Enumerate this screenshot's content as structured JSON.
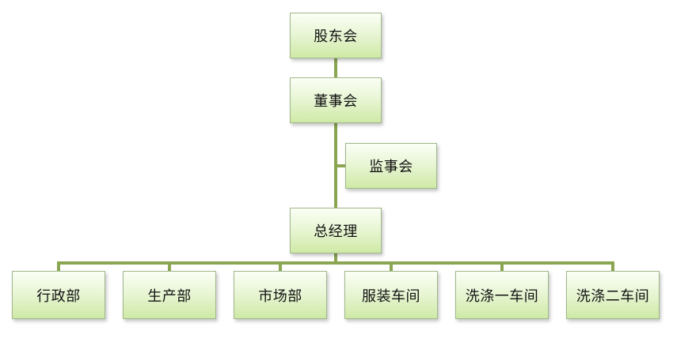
{
  "nodes": {
    "shareholders": "股东会",
    "board": "董事会",
    "supervisors": "监事会",
    "general_manager": "总经理"
  },
  "departments": [
    "行政部",
    "生产部",
    "市场部",
    "服装车间",
    "洗涤一车间",
    "洗涤二车间"
  ],
  "colors": {
    "connector": "#8aa651",
    "box_border": "#9fb78b",
    "box_fill_top": "#fbfff5",
    "box_fill_bottom": "#cfe9a6"
  }
}
